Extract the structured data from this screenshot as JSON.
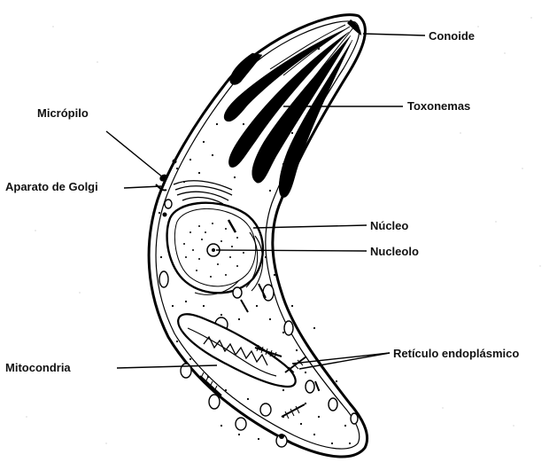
{
  "diagram": {
    "labels": {
      "conoide": "Conoide",
      "toxonemas": "Toxonemas",
      "micropilo": "Micrópilo",
      "golgi": "Aparato de Golgi",
      "nucleo": "Núcleo",
      "nucleolo": "Nucleolo",
      "mitocondria": "Mitocondria",
      "reticulo": "Retículo endoplásmico"
    }
  }
}
